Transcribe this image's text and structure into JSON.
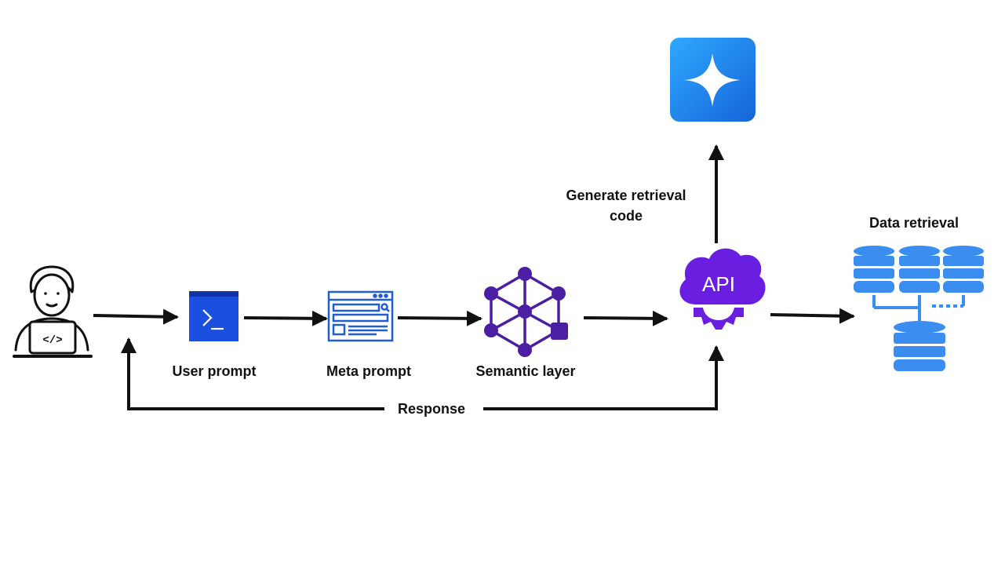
{
  "labels": {
    "user_prompt": "User prompt",
    "meta_prompt": "Meta prompt",
    "semantic_layer": "Semantic layer",
    "generate_retrieval_code": "Generate retrieval code",
    "data_retrieval": "Data retrieval",
    "response": "Response",
    "api_icon_text": "API"
  },
  "icons": {
    "user": "developer-at-laptop-icon",
    "user_prompt": "terminal-icon",
    "meta_prompt": "browser-window-icon",
    "semantic_layer": "network-graph-icon",
    "llm": "sparkle-icon",
    "api": "api-cloud-icon",
    "data": "database-cluster-icon"
  },
  "colors": {
    "arrow": "#111111",
    "terminal_blue": "#1a4fe0",
    "browser_blue": "#1f5fd1",
    "semantic_purple": "#4b1fa3",
    "api_purple": "#6a1fe0",
    "sparkle_blue": "#1f8ef0",
    "database_blue": "#3b8df0"
  }
}
